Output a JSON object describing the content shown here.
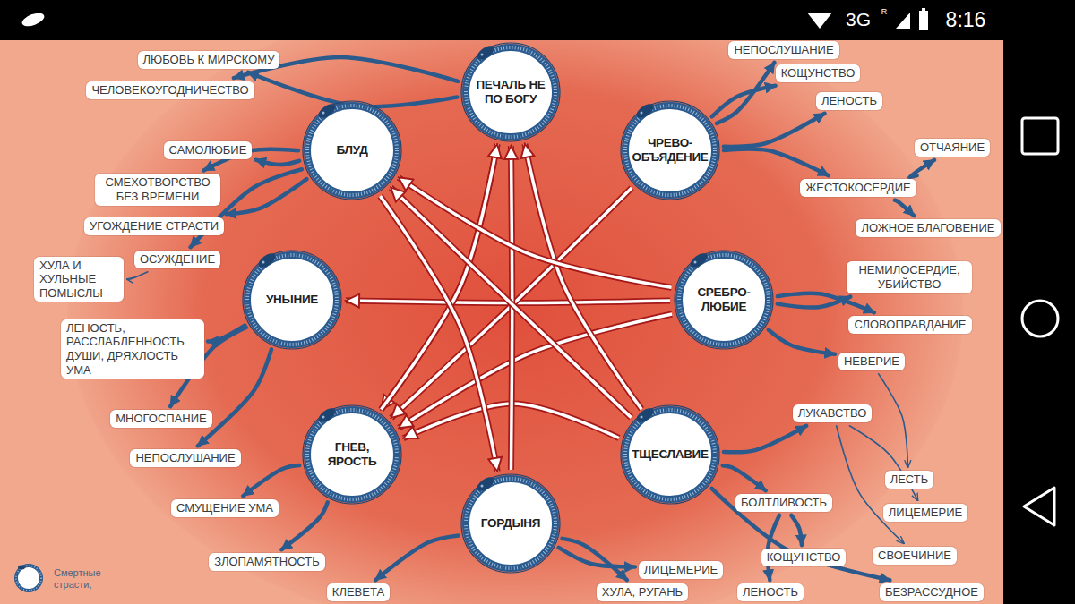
{
  "diagram": {
    "nodes": [
      {
        "text": [
          "НЕПОСЛУШАНИЕ"
        ]
      },
      {
        "text": [
          "ЛЮБОВЬ К МИРСКОМУ"
        ]
      },
      {
        "text": [
          "ПЕЧАЛЬ НЕ ПО БОГУ"
        ]
      },
      {
        "text": [
          "КОЩУНСТВО"
        ]
      },
      {
        "text": [
          "ЧЕЛОВЕКОУГОДНИЧЕСТВО"
        ]
      },
      {
        "text": [
          "ЛЕНОСТЬ"
        ]
      },
      {
        "text": [
          "БЛУД"
        ]
      },
      {
        "text": [
          "ЧРЕВО- ОБЪЯДЕНИЕ"
        ]
      },
      {
        "text": [
          "САМОЛЮБИЕ"
        ]
      },
      {
        "text": [
          "ОТЧАЯНИЕ"
        ]
      },
      {
        "text": [
          "СМЕХОТВОРСТВО БЕЗ ВРЕМЕНИ"
        ]
      },
      {
        "text": [
          "ЖЕСТОКОСЕРДИЕ"
        ]
      },
      {
        "text": [
          "УГОЖДЕНИЕ СТРАСТИ"
        ]
      },
      {
        "text": [
          "ЛОЖНОЕ БЛАГОВЕНИЕ"
        ]
      },
      {
        "text": [
          "ОСУЖДЕНИЕ"
        ]
      },
      {
        "text": [
          "ХУЛА И ХУЛЬНЫЕ ПОМЫСЛЫ"
        ]
      },
      {
        "text": [
          "НЕМИЛОСЕРДИЕ, УБИЙСТВО"
        ]
      },
      {
        "text": [
          "УНЫНИЕ"
        ]
      },
      {
        "text": [
          "СРЕБРО- ЛЮБИЕ"
        ]
      },
      {
        "text": [
          "СЛОВОПРАВДАНИЕ"
        ]
      },
      {
        "text": [
          "ЛЕНОСТЬ, РАССЛАБЛЕННОСТЬ ДУШИ, ДРЯХЛОСТЬ УМА"
        ]
      },
      {
        "text": [
          "НЕВЕРИЕ"
        ]
      },
      {
        "text": [
          "ЛУКАВСТВО"
        ]
      },
      {
        "text": [
          "МНОГОСПАНИЕ"
        ]
      },
      {
        "text": [
          "ГНЕВ, ЯРОСТЬ"
        ]
      },
      {
        "text": [
          "ТЩЕСЛАВИЕ"
        ]
      },
      {
        "text": [
          "НЕПОСЛУШАНИЕ"
        ]
      },
      {
        "text": [
          "ЛЕСТЬ"
        ]
      },
      {
        "text": [
          "БОЛТЛИВОСТЬ"
        ]
      },
      {
        "text": [
          "СМУЩЕНИЕ УМА"
        ]
      },
      {
        "text": [
          "ЛИЦЕМЕРИЕ"
        ]
      },
      {
        "text": [
          "ГОРДЫНЯ"
        ]
      },
      {
        "text": [
          "КОЩУНСТВО"
        ]
      },
      {
        "text": [
          "СВОЕЧИНИЕ"
        ]
      },
      {
        "text": [
          "ЗЛОПАМЯТНОСТЬ"
        ]
      },
      {
        "text": [
          "ЛИЦЕМЕРИЕ"
        ]
      },
      {
        "text": [
          "КЛЕВЕТА"
        ]
      },
      {
        "text": [
          "ХУЛА, РУГАНЬ"
        ]
      },
      {
        "text": [
          "ЛЕНОСТЬ"
        ]
      },
      {
        "text": [
          "БЕЗРАССУДНОЕ"
        ]
      }
    ],
    "edges": [
      {
        "from": 18,
        "to": 17,
        "arrow": "to"
      },
      {
        "from": 7,
        "to": 24,
        "arrow": "to"
      },
      {
        "from": 18,
        "to": 24,
        "arrow": "to"
      },
      {
        "from": 25,
        "to": 24,
        "arrow": "to"
      },
      {
        "from": 2,
        "to": 24,
        "arrow": "to"
      },
      {
        "from": 24,
        "to": 2,
        "arrow": "to"
      },
      {
        "from": 31,
        "to": 2,
        "arrow": "to"
      },
      {
        "from": 25,
        "to": 2,
        "arrow": "to"
      },
      {
        "from": 25,
        "to": 6,
        "arrow": "to"
      },
      {
        "from": 18,
        "to": 6,
        "arrow": "to"
      },
      {
        "from": 6,
        "to": 31,
        "arrow": "to"
      },
      {
        "from": 2,
        "to": 1,
        "arrow": "to"
      },
      {
        "from": 2,
        "to": 4,
        "arrow": "to"
      },
      {
        "from": 6,
        "to": 8,
        "arrow": "to"
      },
      {
        "from": 6,
        "to": 10,
        "arrow": "to"
      },
      {
        "from": 6,
        "to": 12,
        "arrow": "to"
      },
      {
        "from": 6,
        "to": 14,
        "arrow": "to"
      },
      {
        "from": 14,
        "to": 15,
        "arrow": "to"
      },
      {
        "from": 7,
        "to": 0,
        "arrow": "to"
      },
      {
        "from": 7,
        "to": 3,
        "arrow": "to"
      },
      {
        "from": 7,
        "to": 5,
        "arrow": "to"
      },
      {
        "from": 7,
        "to": 11,
        "arrow": "to"
      },
      {
        "from": 11,
        "to": 9,
        "arrow": "to"
      },
      {
        "from": 11,
        "to": 13,
        "arrow": "to"
      },
      {
        "from": 18,
        "to": 16,
        "arrow": "to"
      },
      {
        "from": 18,
        "to": 19,
        "arrow": "to"
      },
      {
        "from": 18,
        "to": 21,
        "arrow": "to"
      },
      {
        "from": 21,
        "to": 27,
        "arrow": "to"
      },
      {
        "from": 25,
        "to": 22,
        "arrow": "to"
      },
      {
        "from": 25,
        "to": 28,
        "arrow": "to"
      },
      {
        "from": 25,
        "to": 39,
        "arrow": "to"
      },
      {
        "from": 22,
        "to": 30,
        "arrow": "to"
      },
      {
        "from": 22,
        "to": 33,
        "arrow": "to"
      },
      {
        "from": 28,
        "to": 32,
        "arrow": "to"
      },
      {
        "from": 28,
        "to": 38,
        "arrow": "to"
      },
      {
        "from": 17,
        "to": 20,
        "arrow": "to"
      },
      {
        "from": 17,
        "to": 23,
        "arrow": "to"
      },
      {
        "from": 17,
        "to": 26,
        "arrow": "to"
      },
      {
        "from": 24,
        "to": 29,
        "arrow": "to"
      },
      {
        "from": 24,
        "to": 34,
        "arrow": "to"
      },
      {
        "from": 31,
        "to": 35,
        "arrow": "to"
      },
      {
        "from": 31,
        "to": 37,
        "arrow": "to"
      },
      {
        "from": 31,
        "to": 36,
        "arrow": "to"
      }
    ],
    "labels": [
      "3G",
      "R",
      "8:16"
    ],
    "legend": [
      {
        "text": "Смертные страсти,"
      }
    ]
  }
}
